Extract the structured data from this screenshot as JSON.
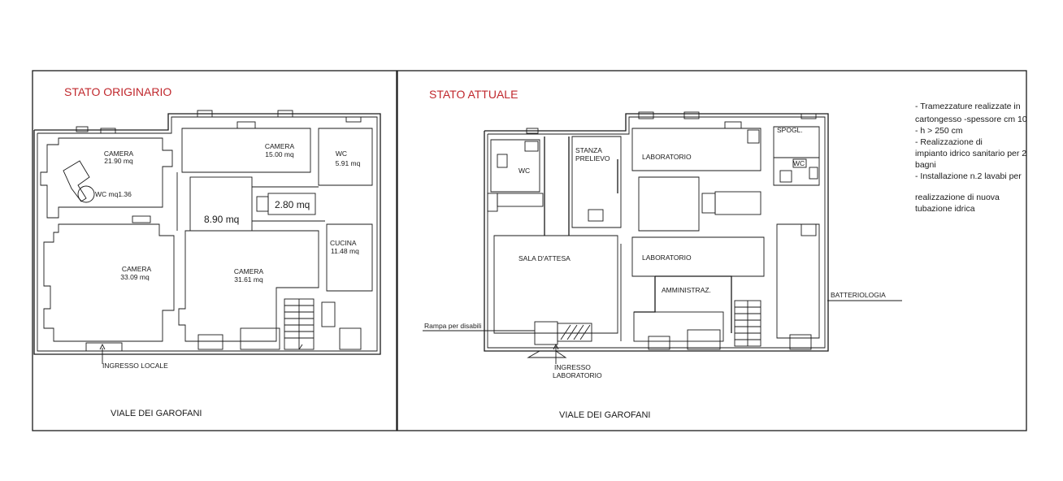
{
  "colors": {
    "title": "#c0282d",
    "ink": "#1a1a1a"
  },
  "original": {
    "title": "STATO ORIGINARIO",
    "rooms": {
      "camera_nw": "CAMERA",
      "camera_nw_area": "21.90 mq",
      "camera_n": "CAMERA",
      "camera_n_area": "15.00 mq",
      "wc": "WC",
      "wc_area": "5.91 mq",
      "wc_small": "WC mq1.36",
      "room_890": "8.90 mq",
      "room_280": "2.80 mq",
      "cucina": "CUCINA",
      "cucina_area": "11.48 mq",
      "camera_sw": "CAMERA",
      "camera_sw_area": "33.09 mq",
      "camera_s": "CAMERA",
      "camera_s_area": "31.61 mq"
    },
    "entrance": "INGRESSO LOCALE",
    "street": "VIALE DEI GAROFANI"
  },
  "current": {
    "title": "STATO ATTUALE",
    "rooms": {
      "wc": "WC",
      "stanza_1": "STANZA",
      "stanza_2": "PRELIEVO",
      "lab_1": "LABORATORIO",
      "spogl": "SPOGL.",
      "wc_small": "WC",
      "sala": "SALA D'ATTESA",
      "lab_2": "LABORATORIO",
      "amministraz": "AMMINISTRAZ.",
      "batteriologia": "BATTERIOLOGIA"
    },
    "ramp": "Rampa per disabili",
    "entrance_1": "INGRESSO",
    "entrance_2": "LABORATORIO",
    "street": "VIALE DEI GAROFANI"
  },
  "notes": [
    "- Tramezzature realizzate in",
    "cartongesso -spessore  cm 10",
    "- h > 250 cm",
    "- Realizzazione di",
    "impianto idrico sanitario per 2",
    "bagni",
    "- Installazione n.2 lavabi per",
    "",
    "realizzazione di nuova",
    "tubazione idrica"
  ]
}
